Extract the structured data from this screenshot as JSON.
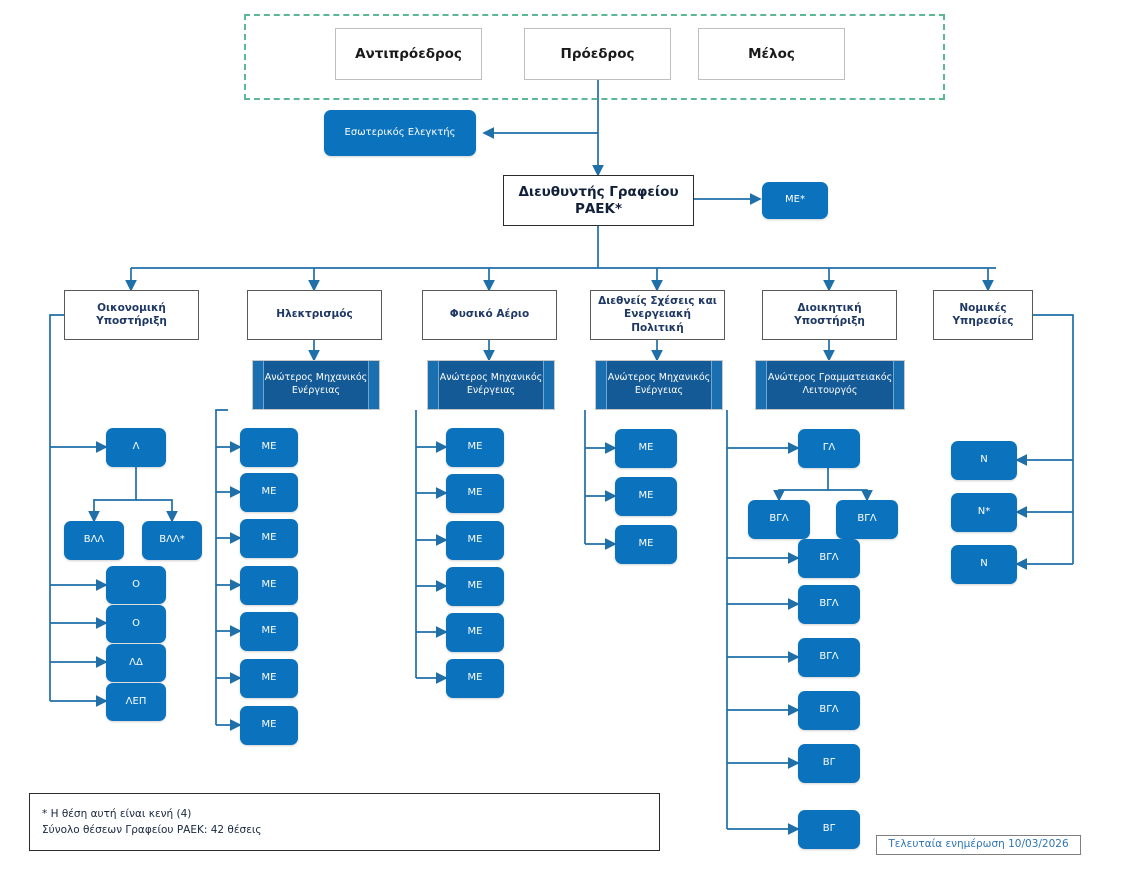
{
  "meta": {
    "title": "Οργανόγραμμα Γραφείου ΡΑΕΚ",
    "accent_blue": "#0b72bd",
    "banner_blue": "#135a96",
    "dashed_green": "#5cb795",
    "dept_text_navy": "#1f3864",
    "stamp_blue": "#2e75b6"
  },
  "board": {
    "vice_chair": "Αντιπρόεδρος",
    "chair": "Πρόεδρος",
    "member": "Μέλος"
  },
  "internal_auditor": "Εσωτερικός Ελεγκτής",
  "director": {
    "label": "Διευθυντής Γραφείου ΡΑΕΚ*",
    "assistant": "ΜΕ*"
  },
  "departments": [
    {
      "id": "finance",
      "label": "Οικονομική Υποστήριξη"
    },
    {
      "id": "electricity",
      "label": "Ηλεκτρισμός"
    },
    {
      "id": "gas",
      "label": "Φυσικό Αέριο"
    },
    {
      "id": "intl",
      "label": "Διεθνείς Σχέσεις και Ενεργειακή Πολιτική"
    },
    {
      "id": "admin",
      "label": "Διοικητική Υποστήριξη"
    },
    {
      "id": "legal",
      "label": "Νομικές Υπηρεσίες"
    }
  ],
  "senior_banners": [
    {
      "id": "electricity",
      "label": "Ανώτερος Μηχανικός Ενέργειας"
    },
    {
      "id": "gas",
      "label": "Ανώτερος Μηχανικός Ενέργειας"
    },
    {
      "id": "intl",
      "label": "Ανώτερος Μηχανικός Ενέργειας"
    },
    {
      "id": "admin",
      "label": "Ανώτερος Γραμματειακός Λειτουργός"
    }
  ],
  "finance_staff": {
    "head": "Λ",
    "head_children": [
      "ΒΛΛ",
      "ΒΛΛ*"
    ],
    "others": [
      "Ο",
      "Ο",
      "ΛΔ",
      "ΛΕΠ"
    ]
  },
  "electricity_staff": [
    "ΜΕ",
    "ΜΕ",
    "ΜΕ",
    "ΜΕ",
    "ΜΕ",
    "ΜΕ",
    "ΜΕ"
  ],
  "gas_staff": [
    "ΜΕ",
    "ΜΕ",
    "ΜΕ",
    "ΜΕ",
    "ΜΕ",
    "ΜΕ"
  ],
  "intl_staff": [
    "ΜΕ",
    "ΜΕ",
    "ΜΕ"
  ],
  "admin_staff": {
    "head": "ΓΛ",
    "head_children": [
      "ΒΓΛ",
      "ΒΓΛ"
    ],
    "others": [
      "ΒΓΛ",
      "ΒΓΛ",
      "ΒΓΛ",
      "ΒΓΛ",
      "ΒΓ",
      "ΒΓ"
    ]
  },
  "legal_staff": [
    "Ν",
    "Ν*",
    "Ν"
  ],
  "footnote": {
    "line1": "* Η θέση αυτή είναι κενή (4)",
    "line2": "Σύνολο θέσεων Γραφείου ΡΑΕΚ: 42 θέσεις"
  },
  "last_updated": "Τελευταία ενημέρωση 10/03/2026"
}
